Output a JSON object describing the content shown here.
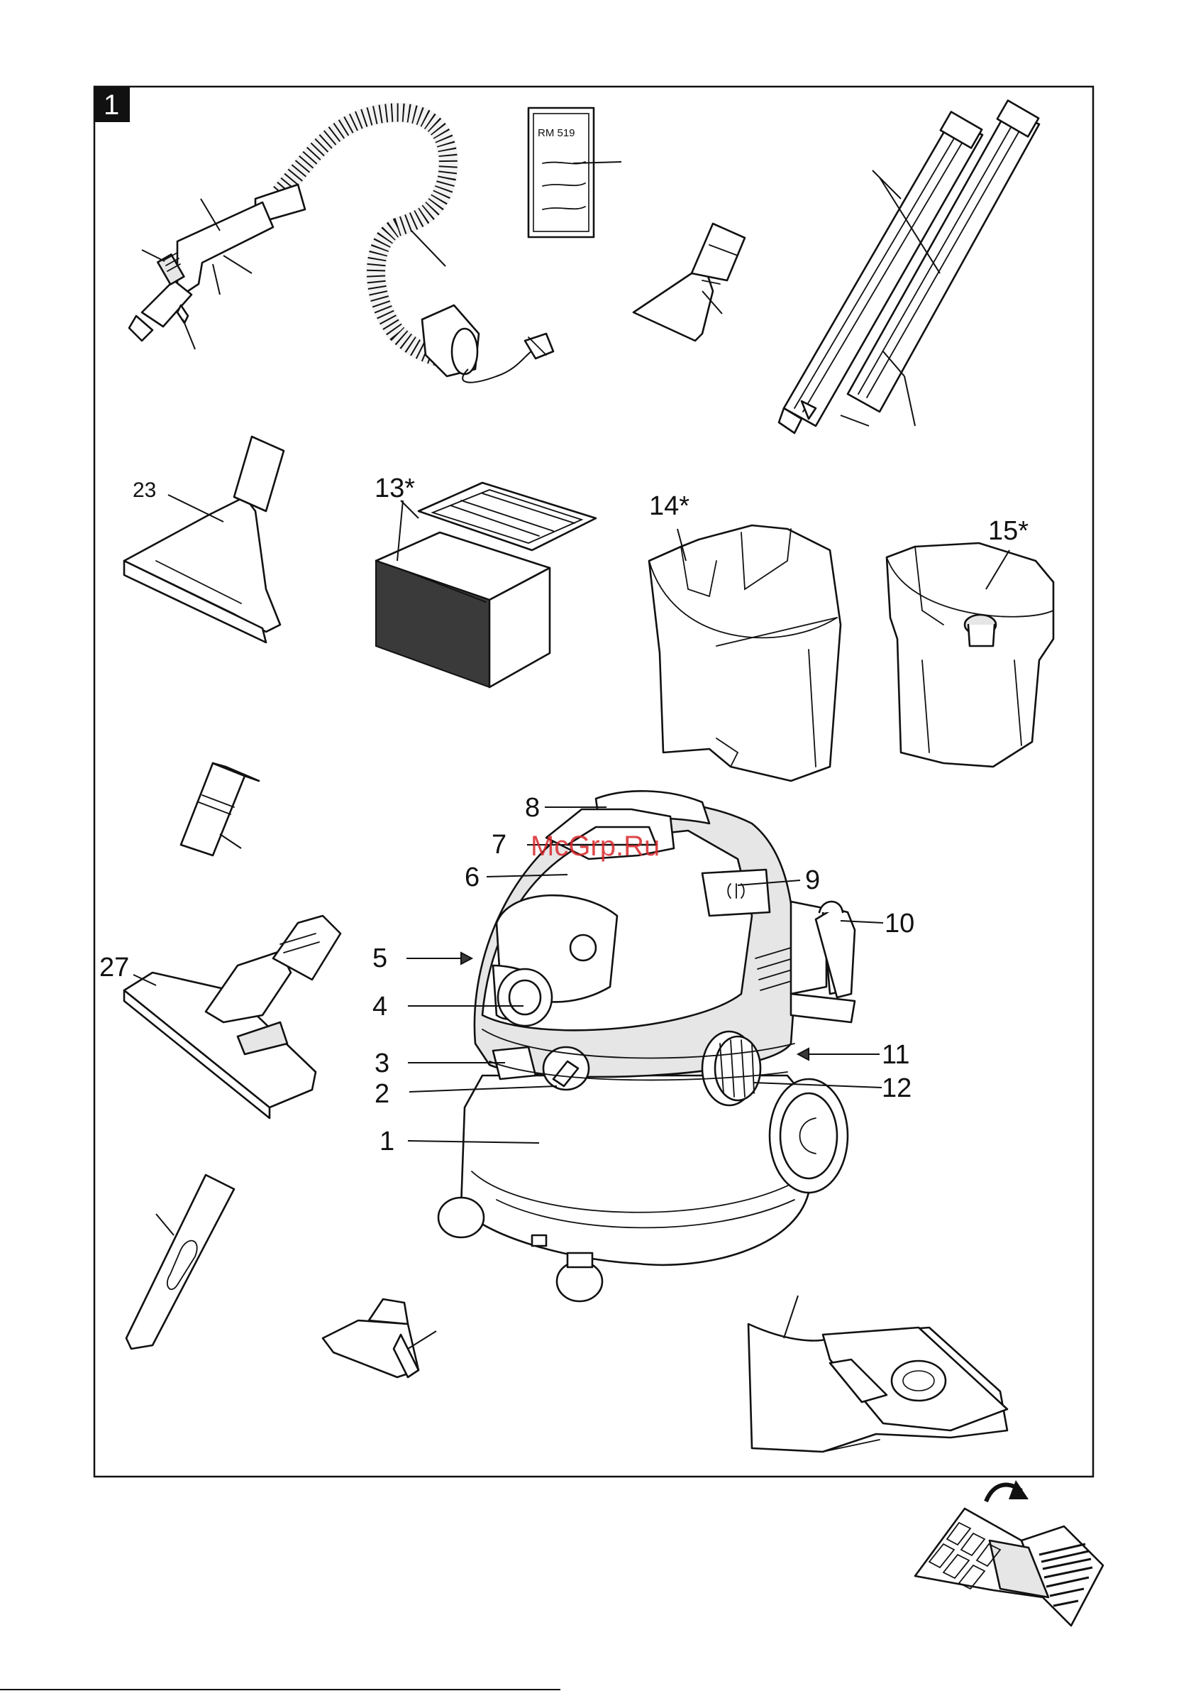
{
  "figure": {
    "tag": "1",
    "frame_color": "#111111",
    "tag_color": "#111111"
  },
  "watermark": {
    "text": "McGrp.Ru",
    "color": "#d8262a"
  },
  "filter_bag": {
    "code": "RM 519"
  },
  "callouts": {
    "c1": "1",
    "c2": "2",
    "c3": "3",
    "c4": "4",
    "c5": "5",
    "c6": "6",
    "c7": "7",
    "c8": "8",
    "c9": "9",
    "c10": "10",
    "c11": "11",
    "c12": "12",
    "c13": "13*",
    "c14": "14*",
    "c15": "15*",
    "c23": "23",
    "c27": "27"
  },
  "icons": {
    "manual": "open-manual-icon",
    "arrow": "page-turn-arrow-icon"
  }
}
